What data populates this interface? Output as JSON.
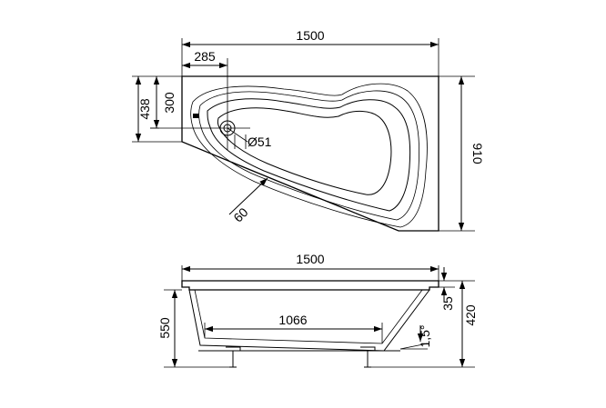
{
  "top_view": {
    "width": "1500",
    "offset_x": "285",
    "height_total": "910",
    "height_left": "438",
    "offset_y": "300",
    "drain_diameter": "Ø51",
    "corner": "60"
  },
  "side_view": {
    "width": "1500",
    "bottom_length": "1066",
    "depth": "550",
    "rim": "35",
    "height": "420",
    "slope": "1,5°"
  }
}
